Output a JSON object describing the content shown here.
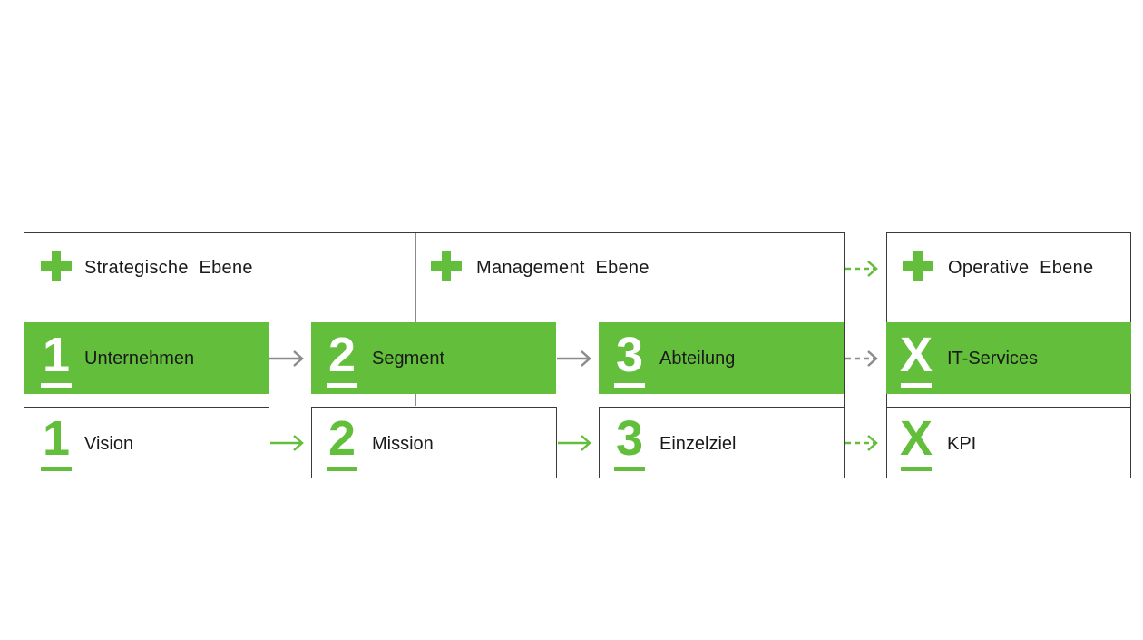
{
  "headers": {
    "strategic": "Strategische  Ebene",
    "management": "Management  Ebene",
    "operative": "Operative  Ebene"
  },
  "green_row": [
    {
      "number": "1",
      "label": "Unternehmen"
    },
    {
      "number": "2",
      "label": "Segment"
    },
    {
      "number": "3",
      "label": "Abteilung"
    },
    {
      "number": "X",
      "label": "IT-Services"
    }
  ],
  "white_row": [
    {
      "number": "1",
      "label": "Vision"
    },
    {
      "number": "2",
      "label": "Mission"
    },
    {
      "number": "3",
      "label": "Einzelziel"
    },
    {
      "number": "X",
      "label": "KPI"
    }
  ],
  "colors": {
    "accent_green": "#63bf3b",
    "gray_arrow": "#8c8c8c",
    "border": "#3a3a3a"
  },
  "icons": [
    "plus-icon",
    "arrow-right-icon",
    "dashed-arrow-right-icon"
  ]
}
